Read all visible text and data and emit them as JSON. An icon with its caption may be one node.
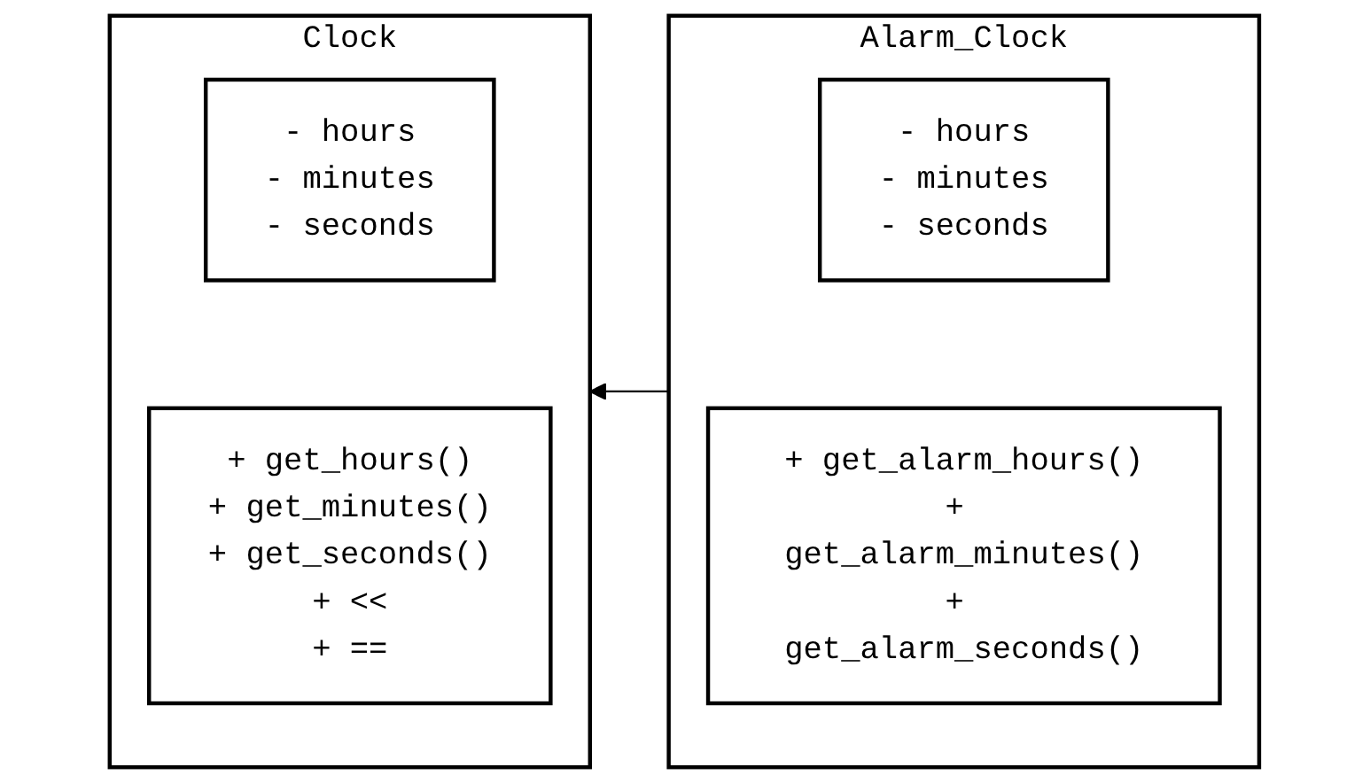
{
  "diagram": {
    "nodes": [
      {
        "text": [
          "Clock"
        ]
      },
      {
        "text": [
          "- hours",
          "- minutes",
          "- seconds"
        ],
        "in": 0
      },
      {
        "text": [
          "+ get_hours()",
          "+ get_minutes()",
          "+ get_seconds()",
          "+ <<",
          "+ =="
        ],
        "in": 0
      },
      {
        "text": [
          "Alarm_Clock"
        ]
      },
      {
        "text": [
          "- hours",
          "- minutes",
          "- seconds"
        ],
        "in": 3
      },
      {
        "text": [
          "+ get_alarm_hours()",
          "+ get_alarm_minutes()",
          "+ get_alarm_seconds()"
        ],
        "in": 3
      }
    ],
    "edges": [
      {
        "from": 3,
        "to": 0,
        "arrow": "to"
      }
    ]
  }
}
